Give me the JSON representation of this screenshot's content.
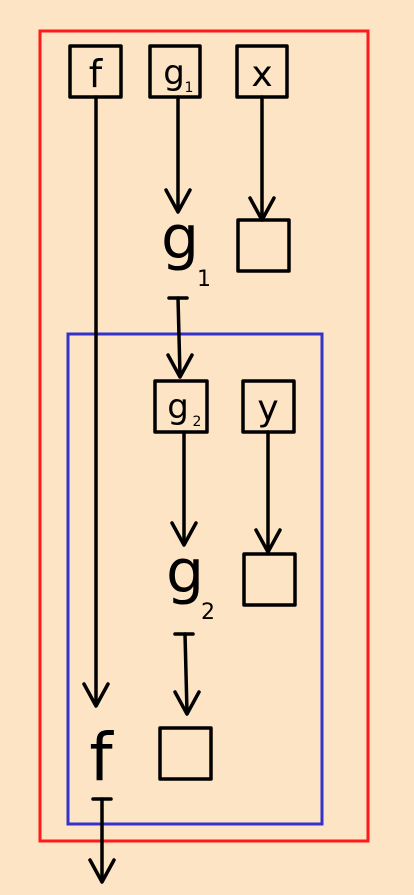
{
  "colors": {
    "background": "#fde4c4",
    "outer_frame": "#ff1a1a",
    "inner_frame": "#3333cc",
    "ink": "#000000"
  },
  "nodes": {
    "f_input": "f",
    "g1_input": {
      "base": "g",
      "sub": "1"
    },
    "x_input": "x",
    "g1_applied": {
      "base": "g",
      "sub": "1"
    },
    "g2_input": {
      "base": "g",
      "sub": "2"
    },
    "y_input": "y",
    "g2_applied": {
      "base": "g",
      "sub": "2"
    },
    "f_applied": "f"
  }
}
